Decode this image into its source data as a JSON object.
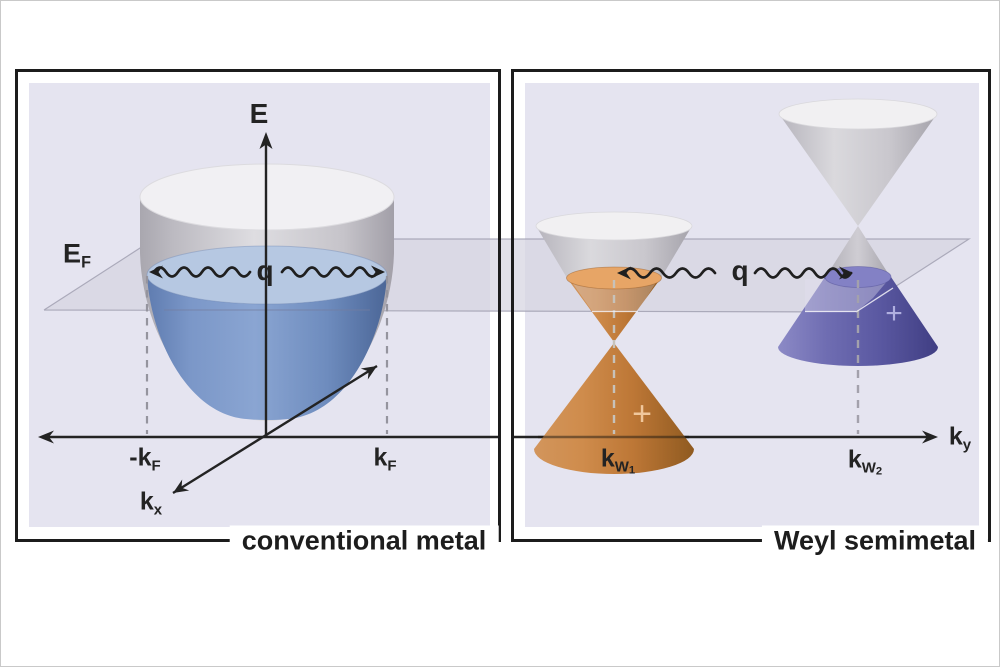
{
  "figure": {
    "left_panel": {
      "caption": "conventional metal",
      "energy_axis_label": "E",
      "fermi_energy": {
        "base": "E",
        "sub": "F"
      },
      "momentum_transfer_label": "q",
      "neg_fermi_momentum": {
        "base": "-k",
        "sub": "F"
      },
      "fermi_momentum": {
        "base": "k",
        "sub": "F"
      },
      "kx_axis": {
        "base": "k",
        "sub": "x"
      }
    },
    "right_panel": {
      "caption": "Weyl semimetal",
      "momentum_transfer_label": "q",
      "ky_axis": {
        "base": "k",
        "sub": "y"
      },
      "weyl_node_1": {
        "base": "k",
        "sub": "W",
        "subsub": "1"
      },
      "weyl_node_2": {
        "base": "k",
        "sub": "W",
        "subsub": "2"
      },
      "chirality_1": "+",
      "chirality_2": "+"
    },
    "colors": {
      "panel_background": "#e5e4f0",
      "fermi_plane": "#d5d4e0",
      "filled_band_blue": "#7b94c4",
      "fermi_disk_blue": "#b6c8e2",
      "empty_band_grey": "#cfcdd3",
      "weyl_cone_orange": "#c28245",
      "fermi_disk_orange": "#e7a566",
      "weyl_cone_purple": "#5b59a2",
      "fermi_disk_purple": "#8381c5",
      "chirality_1_color": "#f0c79c",
      "chirality_2_color": "#b0afe0",
      "line_color": "#222222"
    }
  }
}
